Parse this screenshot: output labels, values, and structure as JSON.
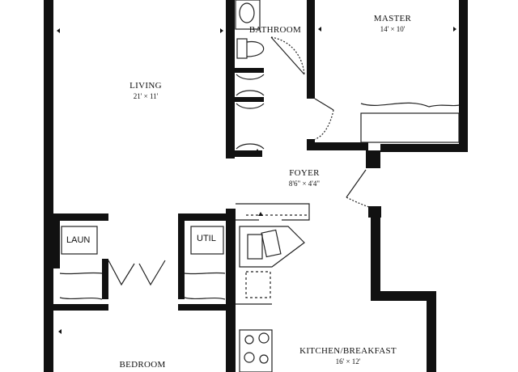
{
  "rooms": {
    "bathroom": {
      "name": "BATHROOM",
      "dims": ""
    },
    "master": {
      "name": "MASTER",
      "dims": "14' × 10'"
    },
    "living": {
      "name": "LIVING",
      "dims": "21' × 11'"
    },
    "foyer": {
      "name": "FOYER",
      "dims": "8'6\" × 4'4\""
    },
    "kitchen": {
      "name": "KITCHEN/BREAKFAST",
      "dims": "16' × 12'"
    },
    "bedroom": {
      "name": "BEDROOM",
      "dims": ""
    }
  },
  "fixtures": {
    "laundry": "LAUN",
    "utility": "UTIL"
  },
  "colors": {
    "wall": "#111111",
    "line": "#222222",
    "background": "#ffffff"
  }
}
